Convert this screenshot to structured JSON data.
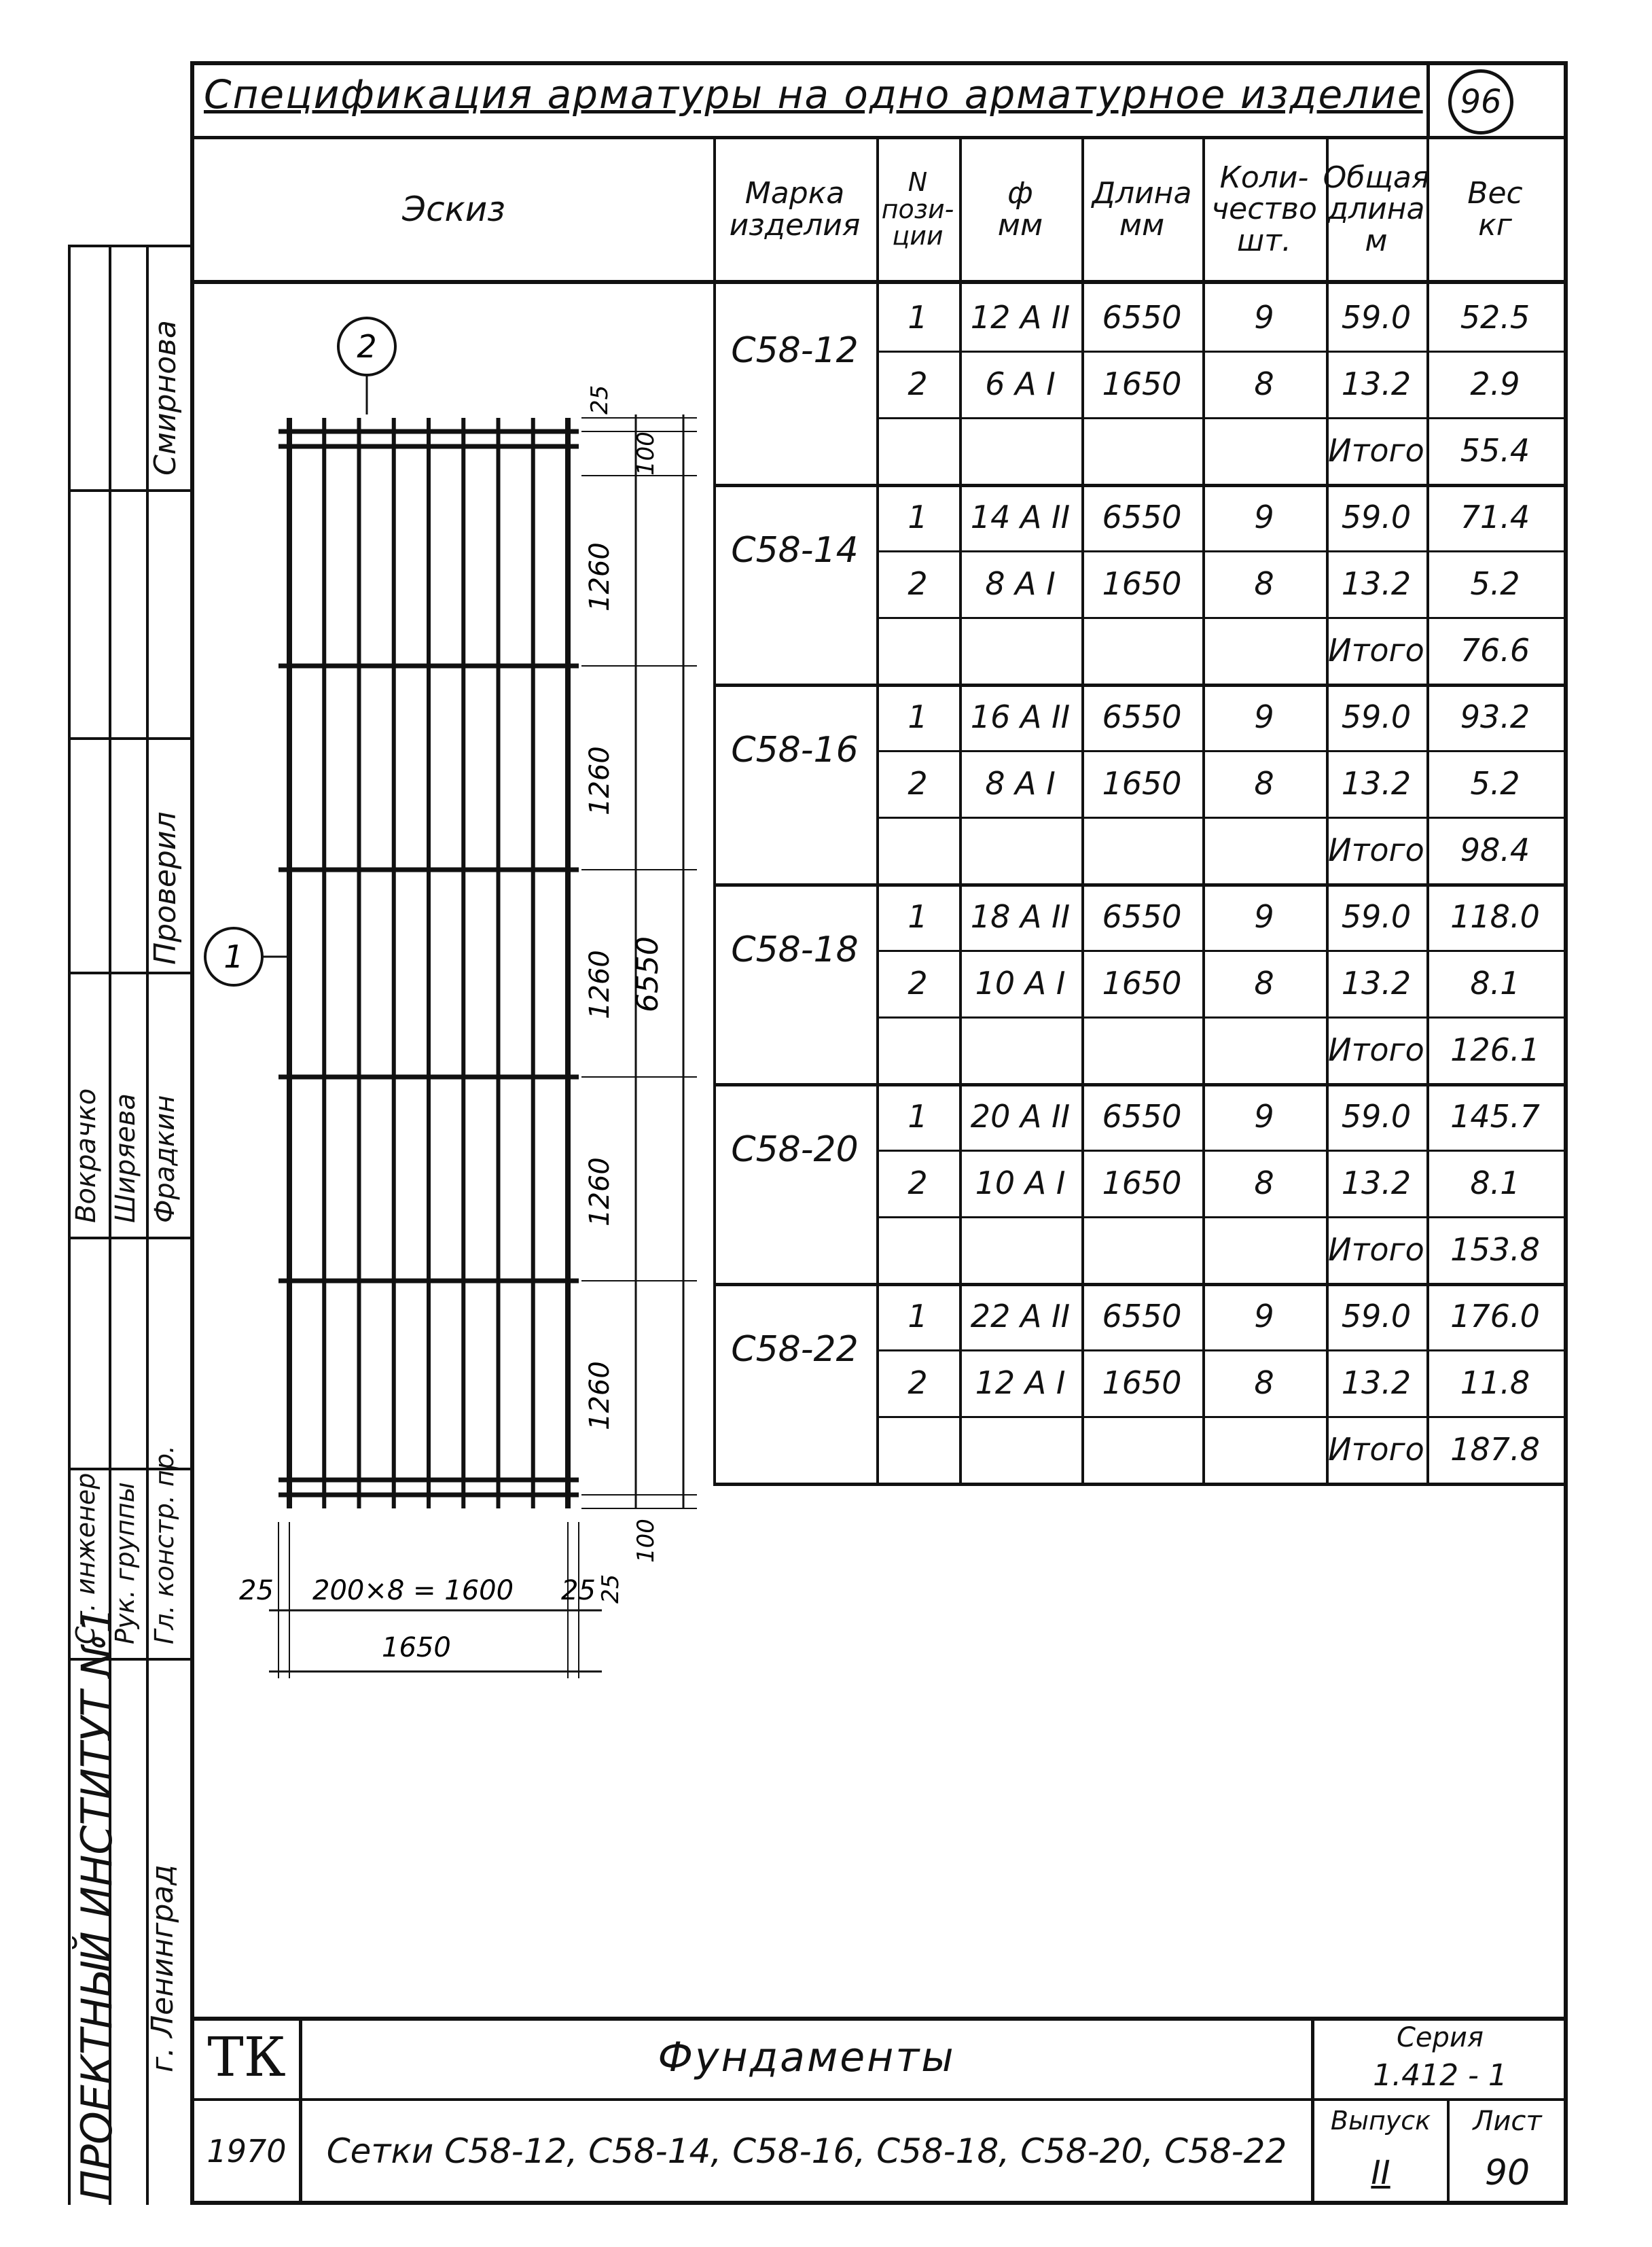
{
  "document": {
    "title": "Спецификация арматуры на одно арматурное изделие",
    "sheet_circle": "96"
  },
  "table": {
    "headers": {
      "sketch": "Эскиз",
      "mark": "Марка\nизделия",
      "pos": "N\nпози-\nции",
      "dia": "ф\nмм",
      "length": "Длина\nмм",
      "qty": "Коли-\nчество\nшт.",
      "total_length": "Общая\nдлина\nм",
      "weight": "Вес\nкг"
    },
    "groups": [
      {
        "mark": "С58-12",
        "rows": [
          [
            "1",
            "12 А II",
            "6550",
            "9",
            "59.0",
            "52.5"
          ],
          [
            "2",
            "6 А I",
            "1650",
            "8",
            "13.2",
            "2.9"
          ]
        ],
        "total_label": "Итого",
        "total": "55.4"
      },
      {
        "mark": "С58-14",
        "rows": [
          [
            "1",
            "14 А II",
            "6550",
            "9",
            "59.0",
            "71.4"
          ],
          [
            "2",
            "8 А I",
            "1650",
            "8",
            "13.2",
            "5.2"
          ]
        ],
        "total_label": "Итого",
        "total": "76.6"
      },
      {
        "mark": "С58-16",
        "rows": [
          [
            "1",
            "16 А II",
            "6550",
            "9",
            "59.0",
            "93.2"
          ],
          [
            "2",
            "8 А I",
            "1650",
            "8",
            "13.2",
            "5.2"
          ]
        ],
        "total_label": "Итого",
        "total": "98.4"
      },
      {
        "mark": "С58-18",
        "rows": [
          [
            "1",
            "18 А II",
            "6550",
            "9",
            "59.0",
            "118.0"
          ],
          [
            "2",
            "10 А I",
            "1650",
            "8",
            "13.2",
            "8.1"
          ]
        ],
        "total_label": "Итого",
        "total": "126.1"
      },
      {
        "mark": "С58-20",
        "rows": [
          [
            "1",
            "20 А II",
            "6550",
            "9",
            "59.0",
            "145.7"
          ],
          [
            "2",
            "10 А I",
            "1650",
            "8",
            "13.2",
            "8.1"
          ]
        ],
        "total_label": "Итого",
        "total": "153.8"
      },
      {
        "mark": "С58-22",
        "rows": [
          [
            "1",
            "22 А II",
            "6550",
            "9",
            "59.0",
            "176.0"
          ],
          [
            "2",
            "12 А I",
            "1650",
            "8",
            "13.2",
            "11.8"
          ]
        ],
        "total_label": "Итого",
        "total": "187.8"
      }
    ]
  },
  "sketch": {
    "pos_top": "2",
    "pos_left": "1",
    "dim_25_top": "25",
    "dim_100_top": "100",
    "dim_1260": "1260",
    "dim_6550": "6550",
    "dim_100_bottom": "100",
    "dim_25_bottom": "25",
    "dim_25_left": "25",
    "dim_200x8": "200×8 = 1600",
    "dim_25_right": "25",
    "dim_1650": "1650"
  },
  "title_block": {
    "org_code": "ТК",
    "year": "1970",
    "subject": "Фундаменты",
    "sheet_title": "Сетки С58-12, С58-14, С58-16, С58-18, С58-20, С58-22",
    "series_label": "Серия",
    "series_value": "1.412 - 1",
    "issue_label": "Выпуск",
    "issue_value": "II",
    "sheet_label": "Лист",
    "sheet_value": "90"
  },
  "side_stamp": {
    "institute": "ПРОЕКТНЫЙ ИНСТИТУТ №1",
    "city": "г. Ленинград",
    "role_chief": "Гл. констр. пр.",
    "role_group": "Рук. группы",
    "role_engineer": "Ст. инженер",
    "name_chief": "Фрадкин",
    "name_group": "Ширяева",
    "name_engineer": "Вокрачко",
    "checked": "Проверил",
    "name_checker": "Смирнова"
  }
}
